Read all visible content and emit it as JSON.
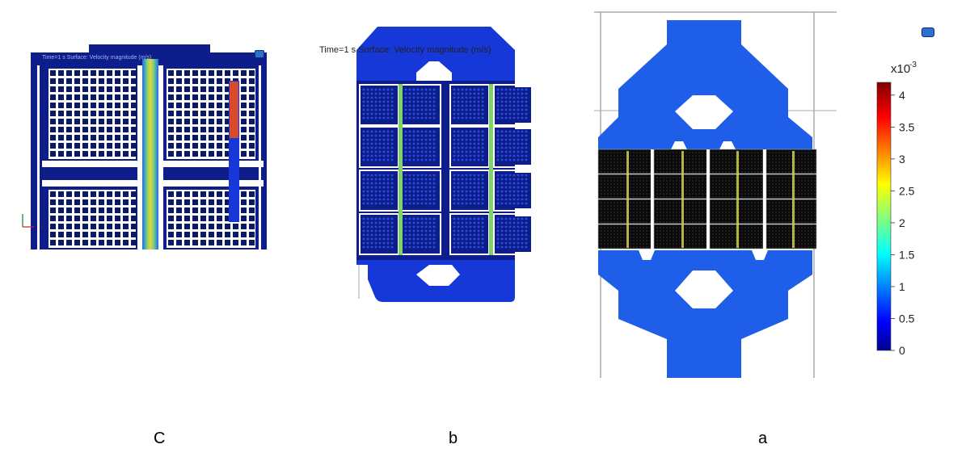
{
  "captions": {
    "c": "C",
    "b": "b",
    "a": "a"
  },
  "panel_b": {
    "header": "Time=1 s   Surface: Velocity magnitude (m/s)"
  },
  "panel_c": {
    "header": "Time=1 s   Surface: Velocity magnitude (m/s)",
    "axis_y": "y",
    "axis_x": "x"
  },
  "colorbar": {
    "exponent_base": "x10",
    "exponent_power": "-3",
    "ticks": [
      "4",
      "3.5",
      "3",
      "2.5",
      "2",
      "1.5",
      "1",
      "0.5",
      "0"
    ],
    "tick_values": [
      4,
      3.5,
      3,
      2.5,
      2,
      1.5,
      1,
      0.5,
      0
    ],
    "range": [
      0,
      4.2
    ]
  },
  "colors": {
    "flow_low": "#1638d8",
    "flow_mid": "#2a86f0",
    "jet": "#e8d43a",
    "pillar": "#0a1a66",
    "cell_bg": "#0b0b0b"
  }
}
